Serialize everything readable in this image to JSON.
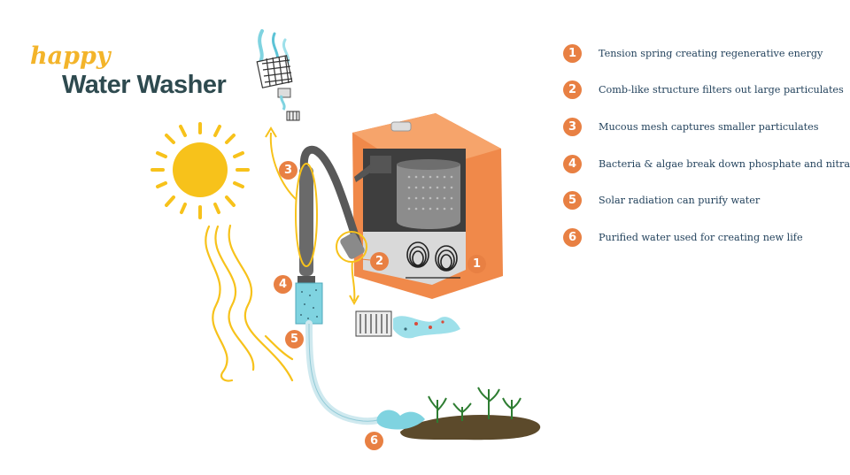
{
  "title": {
    "script": "happy",
    "main": "Water Washer"
  },
  "legend": [
    {
      "num": "1",
      "text": "Tension spring creating regenerative energy"
    },
    {
      "num": "2",
      "text": "Comb-like structure filters out large particulates"
    },
    {
      "num": "3",
      "text": "Mucous mesh captures smaller particulates"
    },
    {
      "num": "4",
      "text": "Bacteria & algae break down phosphate and nitrates"
    },
    {
      "num": "5",
      "text": "Solar radiation can purify water"
    },
    {
      "num": "6",
      "text": "Purified water used for creating new life"
    }
  ],
  "markers": [
    "1",
    "2",
    "3",
    "4",
    "5",
    "6"
  ],
  "colors": {
    "accent": "#e88043",
    "sun": "#f7c21b",
    "title": "#2e4a4f",
    "water": "#7fd3e0",
    "legend_text": "#24435d"
  },
  "icons": [
    "sun-icon",
    "washing-machine-icon",
    "filter-tube-icon",
    "mesh-filter-icon",
    "comb-filter-icon",
    "soil-plants-icon",
    "water-splash-icon"
  ]
}
